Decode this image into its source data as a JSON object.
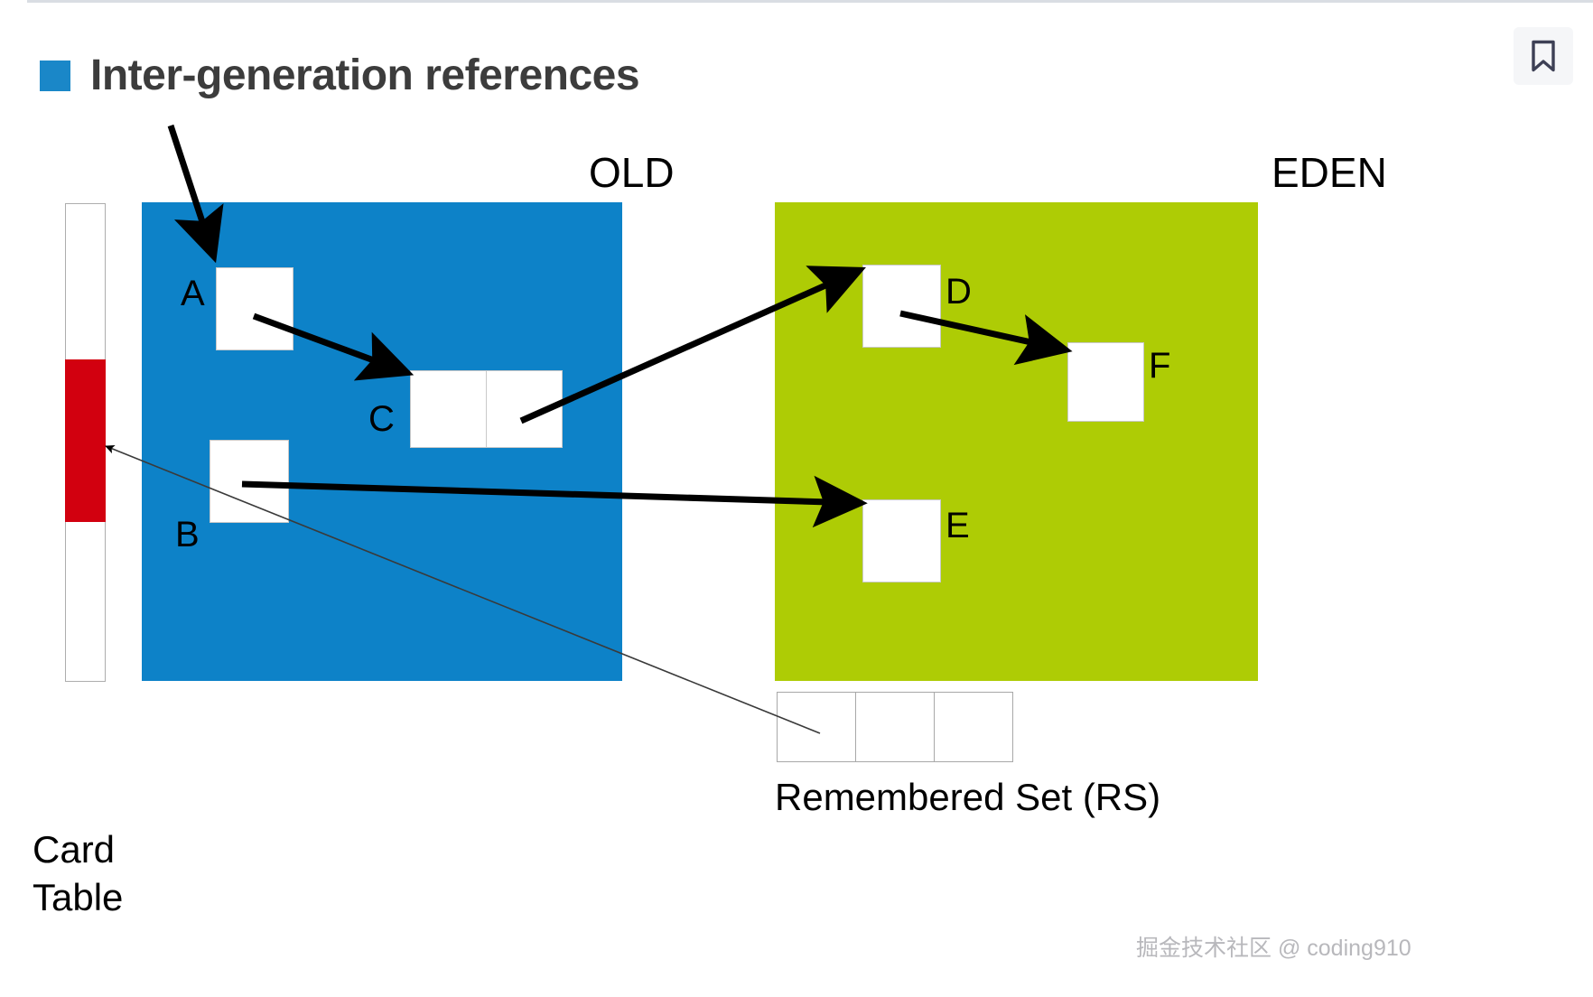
{
  "window": {
    "bookmark_icon": "bookmark-icon"
  },
  "slide": {
    "title": "Inter-generation references",
    "title_bullet_color": "#1a87c8"
  },
  "regions": [
    {
      "name": "OLD",
      "label": "OLD",
      "color": "#0d82c8"
    },
    {
      "name": "EDEN",
      "label": "EDEN",
      "color": "#aecc05"
    }
  ],
  "objects": {
    "a": "A",
    "b": "B",
    "c": "C",
    "d": "D",
    "e": "E",
    "f": "F"
  },
  "card_table": {
    "label": "Card\nTable",
    "marked_color": "#d2000f",
    "cell_color": "#ffffff"
  },
  "remembered_set": {
    "label": "Remembered Set (RS)",
    "cells": [
      "",
      "",
      ""
    ]
  },
  "watermark": {
    "text": "掘金技术社区 @ coding910"
  }
}
